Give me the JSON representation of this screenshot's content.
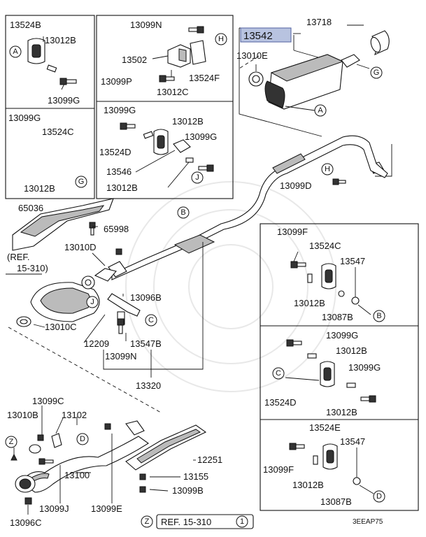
{
  "parts": {
    "p13524B": "13524B",
    "p13012B_a": "13012B",
    "p13099G_a": "13099G",
    "p13099N_a": "13099N",
    "p13502": "13502",
    "p13524F": "13524F",
    "p13099P": "13099P",
    "p13012C": "13012C",
    "p13099G_b": "13099G",
    "p13524C_a": "13524C",
    "p13012B_b": "13012B",
    "p13099G_c": "13099G",
    "p13012B_c": "13012B",
    "p13099G_d": "13099G",
    "p13524D_a": "13524D",
    "p13546": "13546",
    "p13012B_d": "13012B",
    "p13718": "13718",
    "p13542": "13542",
    "p13010E": "13010E",
    "p13099D": "13099D",
    "p65036": "65036",
    "p65998": "65998",
    "p13010D": "13010D",
    "ref1a": "(REF.",
    "ref1b": "15-310)",
    "p13096B": "13096B",
    "p13010C": "13010C",
    "p12209": "12209",
    "p13547B": "13547B",
    "p13099N_b": "13099N",
    "p13320": "13320",
    "p13099F_a": "13099F",
    "p13524C_b": "13524C",
    "p13547_a": "13547",
    "p13012B_e": "13012B",
    "p13087B_a": "13087B",
    "p13099G_e": "13099G",
    "p13012B_f": "13012B",
    "p13099G_f": "13099G",
    "p13524D_b": "13524D",
    "p13012B_g": "13012B",
    "p13524E": "13524E",
    "p13547_b": "13547",
    "p13099F_b": "13099F",
    "p13012B_h": "13012B",
    "p13087B_b": "13087B",
    "p13099C": "13099C",
    "p13010B": "13010B",
    "p13102": "13102",
    "p12251": "12251",
    "p13155": "13155",
    "p13100": "13100",
    "p13099J": "13099J",
    "p13099E": "13099E",
    "p13099B": "13099B",
    "p13096C": "13096C"
  },
  "callouts": {
    "A": "A",
    "B": "B",
    "C": "C",
    "D": "D",
    "G": "G",
    "H": "H",
    "J": "J",
    "Z": "Z"
  },
  "footer": {
    "ref_prefix": "REF. 15-310",
    "ref_circle": "1",
    "code": "3EEAP75"
  },
  "colors": {
    "highlight": "#b8c3e0",
    "line": "#111111"
  }
}
